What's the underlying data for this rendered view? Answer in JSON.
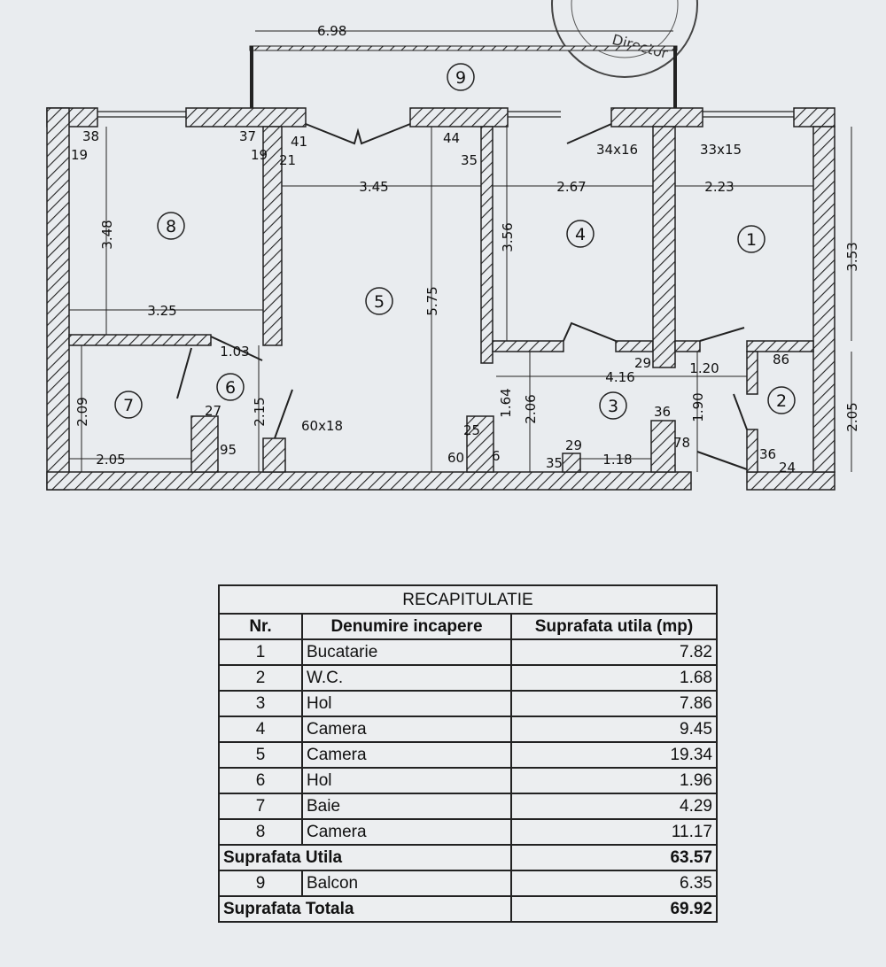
{
  "plan": {
    "room_numbers": [
      "1",
      "2",
      "3",
      "4",
      "5",
      "6",
      "7",
      "8",
      "9"
    ],
    "stamp_text": "Director",
    "dims": {
      "balcony_width": "6.98",
      "d38": "38",
      "d19a": "19",
      "d37": "37",
      "d19b": "19",
      "d41": "41",
      "d21": "21",
      "d44": "44",
      "d35a": "35",
      "niche_4": "34x16",
      "niche_1": "33x15",
      "w5": "3.45",
      "w4": "2.67",
      "w1": "2.23",
      "h8": "3.48",
      "h4": "3.56",
      "h1": "3.53",
      "h5": "5.75",
      "w8": "3.25",
      "w6": "1.03",
      "h7": "2.09",
      "h6": "2.15",
      "d27": "27",
      "d95": "95",
      "pillar_5": "60x18",
      "w7": "2.05",
      "d29a": "29",
      "w3b": "1.20",
      "d86": "86",
      "w3": "4.16",
      "h3a": "1.64",
      "h3b": "2.06",
      "h3c": "1.90",
      "h2": "2.05",
      "d36a": "36",
      "d25": "25",
      "d6": "6",
      "d60": "60",
      "d29b": "29",
      "d35b": "35",
      "w3c": "1.18",
      "d78": "78",
      "d36b": "36",
      "d24": "24"
    }
  },
  "table": {
    "title": "RECAPITULATIE",
    "headers": [
      "Nr.",
      "Denumire incapere",
      "Suprafata utila (mp)"
    ],
    "rows": [
      {
        "nr": "1",
        "name": "Bucatarie",
        "area": "7.82"
      },
      {
        "nr": "2",
        "name": "W.C.",
        "area": "1.68"
      },
      {
        "nr": "3",
        "name": "Hol",
        "area": "7.86"
      },
      {
        "nr": "4",
        "name": "Camera",
        "area": "9.45"
      },
      {
        "nr": "5",
        "name": "Camera",
        "area": "19.34"
      },
      {
        "nr": "6",
        "name": "Hol",
        "area": "1.96"
      },
      {
        "nr": "7",
        "name": "Baie",
        "area": "4.29"
      },
      {
        "nr": "8",
        "name": "Camera",
        "area": "11.17"
      }
    ],
    "subtotal": {
      "label": "Suprafata Utila",
      "value": "63.57"
    },
    "balcony": {
      "nr": "9",
      "name": "Balcon",
      "area": "6.35"
    },
    "total": {
      "label": "Suprafata Totala",
      "value": "69.92"
    }
  }
}
